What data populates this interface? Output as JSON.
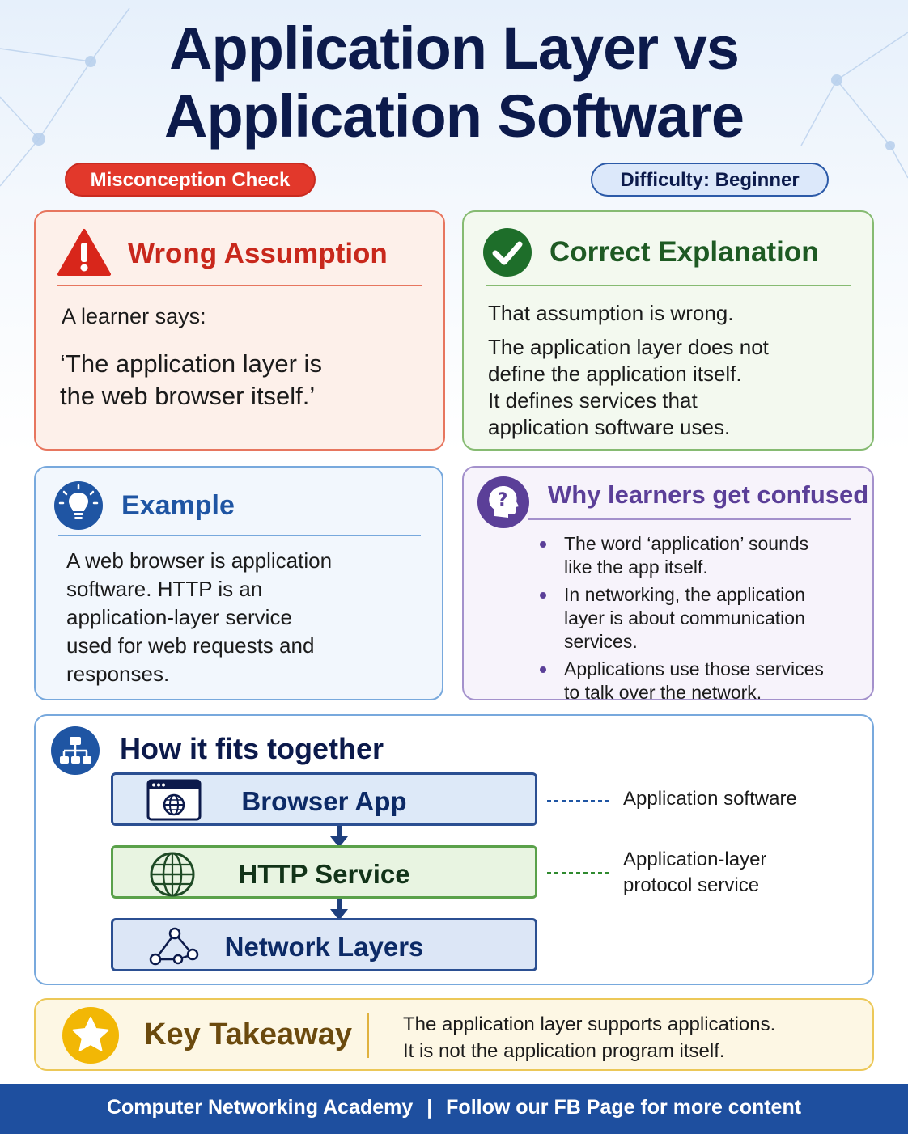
{
  "header": {
    "title_line1": "Application Layer vs",
    "title_line2": "Application Software",
    "badge_left": "Misconception Check",
    "badge_right": "Difficulty: Beginner"
  },
  "wrong": {
    "heading": "Wrong Assumption",
    "intro": "A learner says:",
    "quote_line1": "‘The application layer is",
    "quote_line2": "the web browser itself.’",
    "icon": "warning-triangle-icon"
  },
  "correct": {
    "heading": "Correct Explanation",
    "line1": "That assumption is wrong.",
    "line2": "The application layer does not",
    "line3": "define the application itself.",
    "line4": "It defines services that",
    "line5": "application software uses.",
    "icon": "check-circle-icon"
  },
  "example": {
    "heading": "Example",
    "line1": "A web browser is application",
    "line2": "software. HTTP is an",
    "line3": "application-layer service",
    "line4": "used for web requests and",
    "line5": "responses.",
    "icon": "lightbulb-icon"
  },
  "why": {
    "heading": "Why learners get confused",
    "bullets": [
      {
        "l1": "The word ‘application’ sounds",
        "l2": "like the app itself.",
        "l3": ""
      },
      {
        "l1": "In networking, the application",
        "l2": "layer is about communication",
        "l3": "services."
      },
      {
        "l1": "Applications use those services",
        "l2": "to talk over the network.",
        "l3": ""
      }
    ],
    "icon": "question-head-icon"
  },
  "fits": {
    "heading": "How it fits together",
    "layers": [
      "Browser App",
      "HTTP Service",
      "Network Layers"
    ],
    "note_browser": "Application software",
    "note_http_line1": "Application-layer",
    "note_http_line2": "protocol service",
    "icon": "hierarchy-icon"
  },
  "takeaway": {
    "heading": "Key Takeaway",
    "line1": "The application layer supports applications.",
    "line2": "It is not the application program itself.",
    "icon": "star-icon"
  },
  "footer": {
    "left": "Computer Networking Academy",
    "separator": "|",
    "right": "Follow our FB Page for more content"
  },
  "colors": {
    "navy": "#0c1a4b",
    "red": "#e2382b",
    "green": "#1e6e2a",
    "blue": "#1f55a3",
    "purple": "#5b3f98",
    "gold": "#f2b705",
    "footer_bg": "#1e4f9f"
  }
}
